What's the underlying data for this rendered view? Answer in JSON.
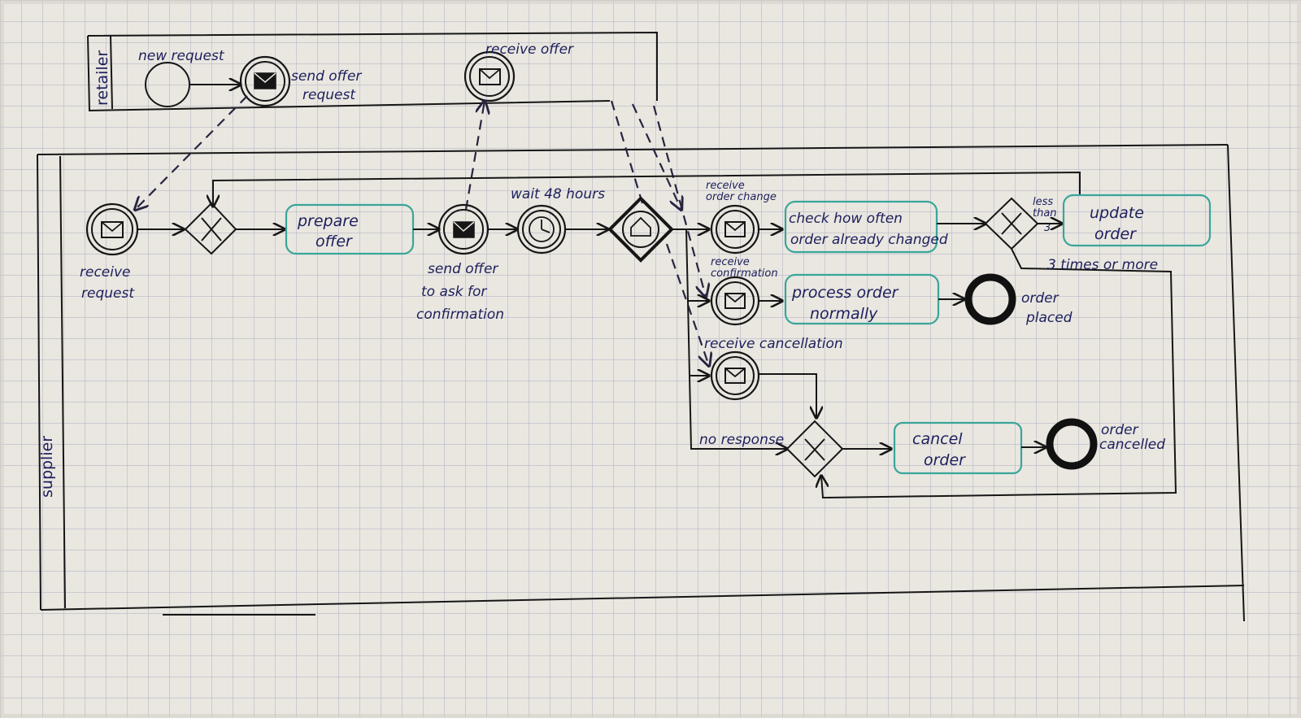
{
  "lanes": {
    "retailer": "retailer",
    "supplier": "supplier"
  },
  "retailer": {
    "new_request": "new request",
    "send_offer_request_1": "send offer",
    "send_offer_request_2": "request",
    "receive_offer": "receive offer"
  },
  "supplier": {
    "receive_request_1": "receive",
    "receive_request_2": "request",
    "prepare_offer_1": "prepare",
    "prepare_offer_2": "offer",
    "wait": "wait 48 hours",
    "send_offer_confirm_1": "send offer",
    "send_offer_confirm_2": "to ask for",
    "send_offer_confirm_3": "confirmation",
    "receive_order_change_1": "receive",
    "receive_order_change_2": "order change",
    "check_often_1": "check how often",
    "check_often_2": "order already changed",
    "less_than_1": "less",
    "less_than_2": "than",
    "less_than_3": "3",
    "update_order_1": "update",
    "update_order_2": "order",
    "three_times": "3 times or more",
    "receive_confirmation_1": "receive",
    "receive_confirmation_2": "confirmation",
    "process_order_1": "process order",
    "process_order_2": "normally",
    "order_placed_1": "order",
    "order_placed_2": "placed",
    "receive_cancellation": "receive cancellation",
    "no_response": "no response",
    "cancel_order_1": "cancel",
    "cancel_order_2": "order",
    "order_cancelled_1": "order",
    "order_cancelled_2": "cancelled"
  },
  "colors": {
    "paper": "#e9e7e0",
    "grid": "#b9b7c6",
    "ink": "#161616",
    "pen": "#1d1f5c",
    "task_border": "#3aa59a"
  }
}
